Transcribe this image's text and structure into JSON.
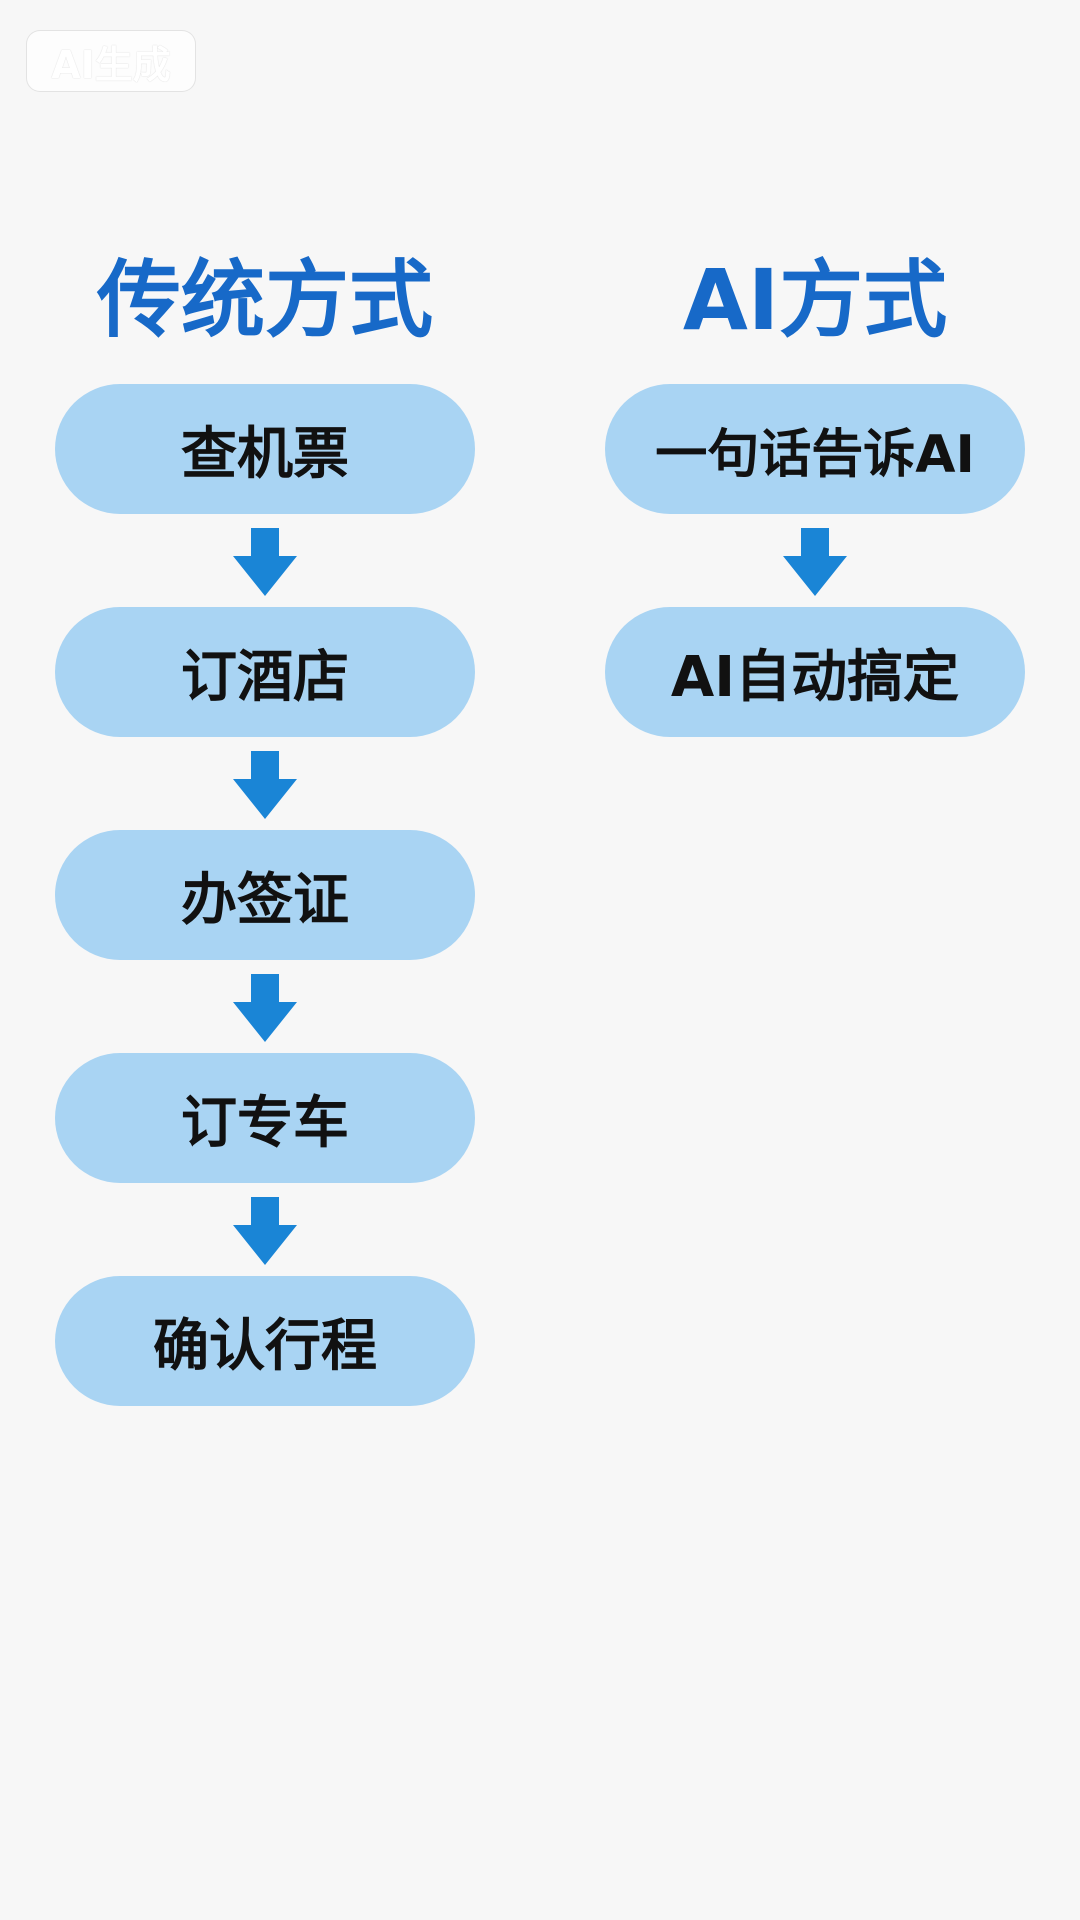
{
  "colors": {
    "background": "#f7f7f7",
    "title": "#1769c8",
    "step_fill": "#a9d4f3",
    "arrow": "#1a85d6",
    "step_text": "#111111"
  },
  "watermark": {
    "label": "AI生成"
  },
  "traditional": {
    "title": "传统方式",
    "steps": [
      {
        "label": "查机票"
      },
      {
        "label": "订酒店"
      },
      {
        "label": "办签证"
      },
      {
        "label": "订专车"
      },
      {
        "label": "确认行程"
      }
    ]
  },
  "ai": {
    "title": "AI方式",
    "steps": [
      {
        "label": "一句话告诉AI"
      },
      {
        "label": "AI自动搞定"
      }
    ]
  }
}
